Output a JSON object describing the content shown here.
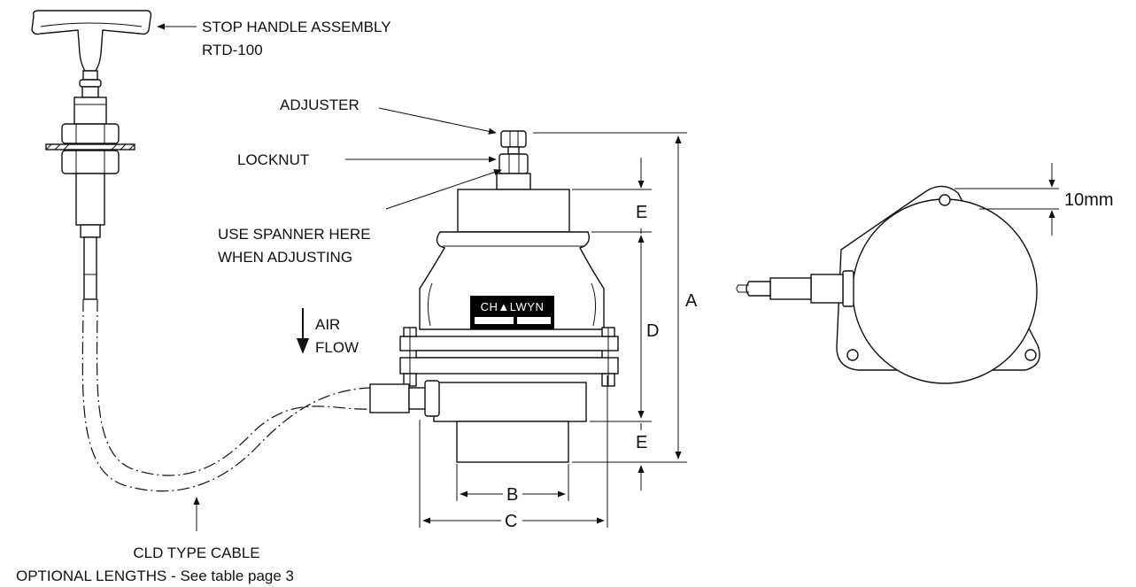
{
  "labels": {
    "stop_handle_line1": "STOP HANDLE ASSEMBLY",
    "stop_handle_line2": "RTD-100",
    "adjuster": "ADJUSTER",
    "locknut": "LOCKNUT",
    "spanner_line1": "USE SPANNER HERE",
    "spanner_line2": "WHEN ADJUSTING",
    "air_line1": "AIR",
    "air_line2": "FLOW",
    "cable_line1": "CLD TYPE CABLE",
    "cable_line2": "OPTIONAL LENGTHS - See table page 3",
    "brand": "CH▲LWYN"
  },
  "dimensions": {
    "a": "A",
    "b": "B",
    "c": "C",
    "d": "D",
    "e_top": "E",
    "e_bottom": "E",
    "flange_offset": "10mm"
  },
  "colors": {
    "line": "#111111",
    "fill": "#ffffff",
    "badge": "#000000"
  }
}
